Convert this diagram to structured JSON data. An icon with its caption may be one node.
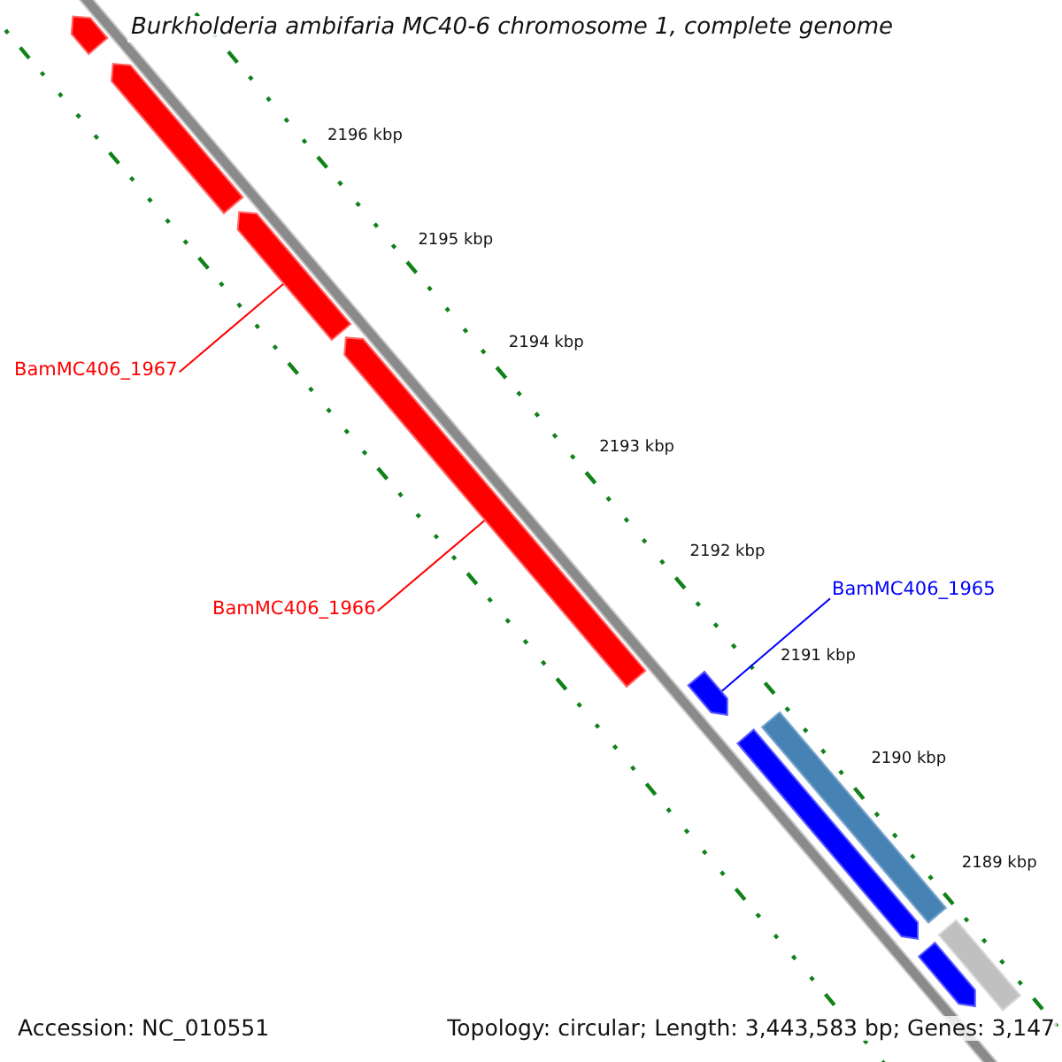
{
  "diagram": {
    "title": "Burkholderia ambifaria MC40-6 chromosome 1, complete genome",
    "nodes": [
      {
        "text": [
          "BamMC406_1967"
        ]
      },
      {
        "text": [],
        "shape": "arrow"
      },
      {
        "text": [
          "BamMC406_1966"
        ]
      },
      {
        "text": [],
        "shape": "arrow"
      },
      {
        "text": [
          "BamMC406_1965"
        ]
      },
      {
        "text": [],
        "shape": "arrow"
      },
      {
        "text": [],
        "shape": "arrow"
      },
      {
        "text": [],
        "shape": "arrow"
      },
      {
        "text": [],
        "shape": "bar"
      },
      {
        "text": [],
        "shape": "arrow"
      },
      {
        "text": [],
        "shape": "bar"
      },
      {
        "text": [],
        "shape": "arrow"
      }
    ],
    "edges": [
      {
        "from": 0,
        "to": 1,
        "arrow": "none"
      },
      {
        "from": 2,
        "to": 3,
        "arrow": "none"
      },
      {
        "from": 4,
        "to": 5,
        "arrow": "none",
        "color": "#0000ff"
      }
    ],
    "labels": [
      "2196 kbp",
      "2195 kbp",
      "2194 kbp",
      "2193 kbp",
      "2192 kbp",
      "2191 kbp",
      "2190 kbp",
      "2189 kbp",
      "Accession: NC_010551",
      "Topology: circular; Length: 3,443,583 bp; Genes: 3,147"
    ]
  }
}
